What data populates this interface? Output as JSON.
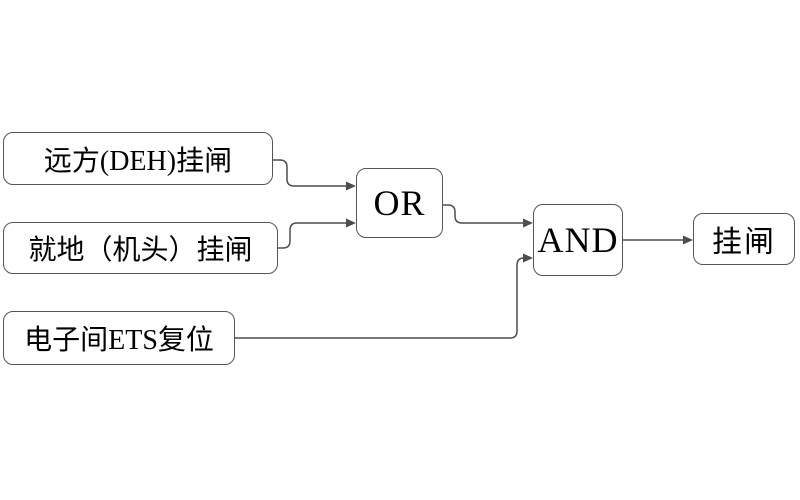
{
  "diagram": {
    "colors": {
      "background": "#ffffff",
      "line": "#4d4d4d",
      "border": "#555555",
      "text": "#000000"
    },
    "nodes": [
      {
        "id": "remote-deh-latch",
        "type": "input",
        "label": "远方(DEH)挂闸"
      },
      {
        "id": "local-head-latch",
        "type": "input",
        "label": "就地（机头）挂闸"
      },
      {
        "id": "ets-reset",
        "type": "input",
        "label": "电子间ETS复位"
      },
      {
        "id": "or-gate",
        "type": "gate",
        "label": "OR"
      },
      {
        "id": "and-gate",
        "type": "gate",
        "label": "AND"
      },
      {
        "id": "latch-output",
        "type": "output",
        "label": "挂闸"
      }
    ],
    "edges": [
      {
        "from": "remote-deh-latch",
        "to": "or-gate"
      },
      {
        "from": "local-head-latch",
        "to": "or-gate"
      },
      {
        "from": "or-gate",
        "to": "and-gate"
      },
      {
        "from": "ets-reset",
        "to": "and-gate"
      },
      {
        "from": "and-gate",
        "to": "latch-output"
      }
    ]
  }
}
